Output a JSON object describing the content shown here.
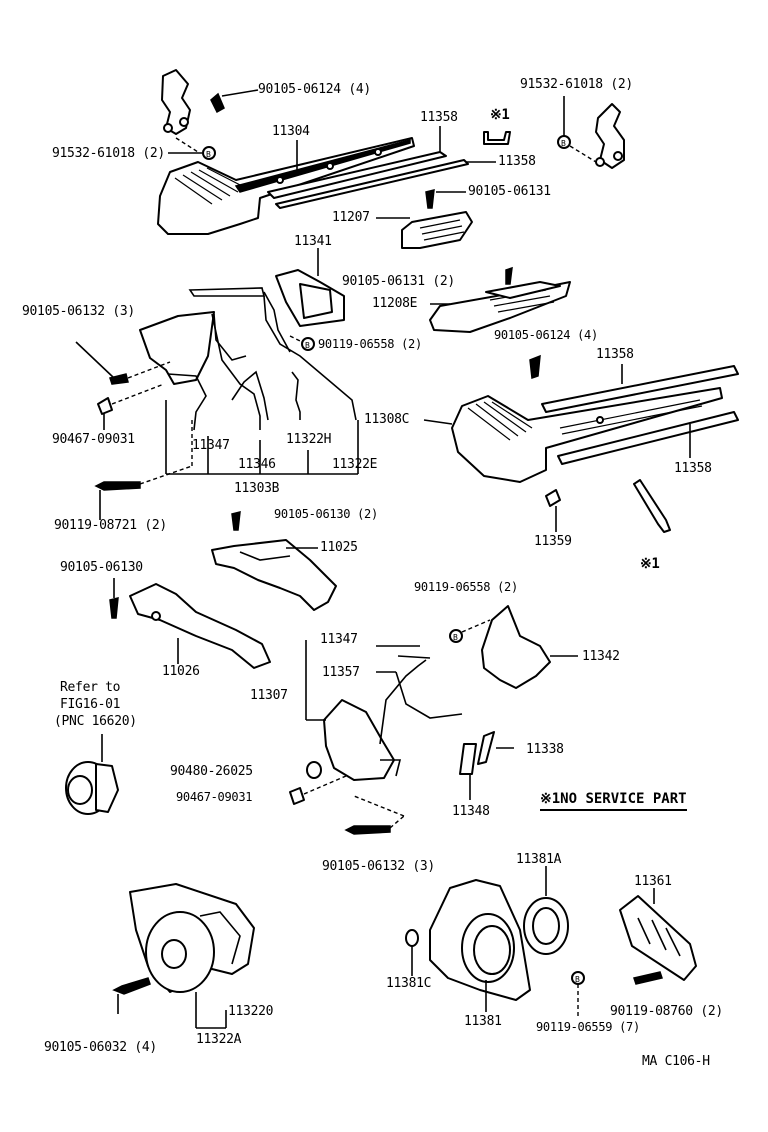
{
  "labels": {
    "p90105_06124_4_top": "90105-06124 (4)",
    "p91532_61018_2_left": "91532-61018 (2)",
    "p91532_61018_2_right": "91532-61018 (2)",
    "p11304": "11304",
    "p11358_a": "11358",
    "p11358_b": "11358",
    "p11358_c": "11358",
    "p11358_d": "11358",
    "p90105_06131": "90105-06131",
    "p11207": "11207",
    "p11341": "11341",
    "p90105_06131_2": "90105-06131 (2)",
    "p11208e": "11208E",
    "p90105_06132_3_top": "90105-06132 (3)",
    "p90119_06558_2_a": "90119-06558 (2)",
    "p90105_06124_4_mid": "90105-06124 (4)",
    "p11308c": "11308C",
    "p90467_09031_a": "90467-09031",
    "p11347_a": "11347",
    "p11322h": "11322H",
    "p11346": "11346",
    "p11322e": "11322E",
    "p11303b": "11303B",
    "p90119_08721_2": "90119-08721 (2)",
    "p90105_06130_2": "90105-06130 (2)",
    "p11359": "11359",
    "p11025": "11025",
    "p90105_06130": "90105-06130",
    "p90119_06558_2_b": "90119-06558 (2)",
    "p11342": "11342",
    "p11026": "11026",
    "p11347_b": "11347",
    "p11357": "11357",
    "p11307": "11307",
    "refer_line1": "Refer to",
    "refer_line2": "FIG16-01",
    "refer_line3": "(PNC 16620)",
    "p11338": "11338",
    "p90480_26025": "90480-26025",
    "p90467_09031_b": "90467-09031",
    "p11348": "11348",
    "p90105_06132_3_bot": "90105-06132 (3)",
    "p11381a": "11381A",
    "p11361": "11361",
    "p11381c": "11381C",
    "p11381": "11381",
    "p90119_06559_7": "90119-06559 (7)",
    "p90119_08760_2": "90119-08760 (2)",
    "p90105_06032_4": "90105-06032 (4)",
    "p11322d": "113220",
    "p11322a": "11322A",
    "mark_top": "※1",
    "mark_bottom": "※1",
    "no_service": "※1NO SERVICE PART",
    "catalog_ref": "MA C106-H",
    "circle_b": "B"
  }
}
